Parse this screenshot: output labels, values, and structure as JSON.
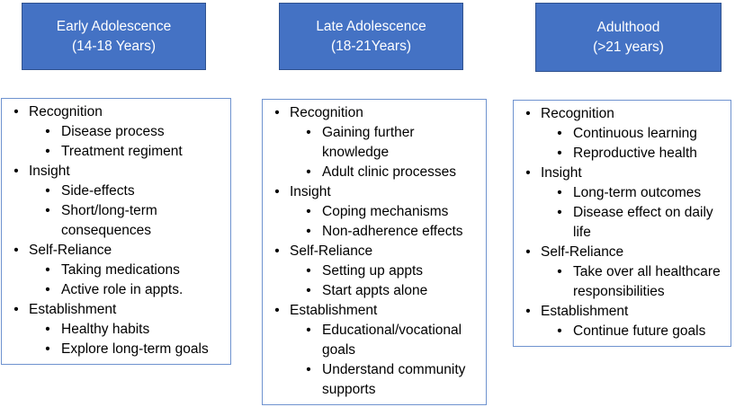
{
  "columns": [
    {
      "title": "Early Adolescence",
      "subtitle": "(14-18 Years)",
      "groups": [
        {
          "label": "Recognition",
          "items": [
            "Disease process",
            "Treatment regiment"
          ]
        },
        {
          "label": "Insight",
          "items": [
            "Side-effects",
            "Short/long-term consequences"
          ]
        },
        {
          "label": "Self-Reliance",
          "items": [
            "Taking medications",
            "Active role in appts."
          ]
        },
        {
          "label": "Establishment",
          "items": [
            "Healthy habits",
            "Explore long-term goals"
          ]
        }
      ]
    },
    {
      "title": "Late Adolescence",
      "subtitle": "(18-21Years)",
      "groups": [
        {
          "label": "Recognition",
          "items": [
            "Gaining further knowledge",
            "Adult clinic processes"
          ]
        },
        {
          "label": "Insight",
          "items": [
            "Coping mechanisms",
            "Non-adherence effects"
          ]
        },
        {
          "label": "Self-Reliance",
          "items": [
            "Setting up appts",
            "Start appts alone"
          ]
        },
        {
          "label": "Establishment",
          "items": [
            "Educational/vocational goals",
            "Understand community supports"
          ]
        }
      ]
    },
    {
      "title": "Adulthood",
      "subtitle": "(>21 years)",
      "groups": [
        {
          "label": "Recognition",
          "items": [
            "Continuous learning",
            "Reproductive health"
          ]
        },
        {
          "label": "Insight",
          "items": [
            "Long-term outcomes",
            "Disease effect on daily life"
          ]
        },
        {
          "label": "Self-Reliance",
          "items": [
            "Take over all healthcare responsibilities"
          ]
        },
        {
          "label": "Establishment",
          "items": [
            "Continue future goals"
          ]
        }
      ]
    }
  ],
  "colors": {
    "header_fill": "#4472c4",
    "box_border": "#6f93cf"
  }
}
